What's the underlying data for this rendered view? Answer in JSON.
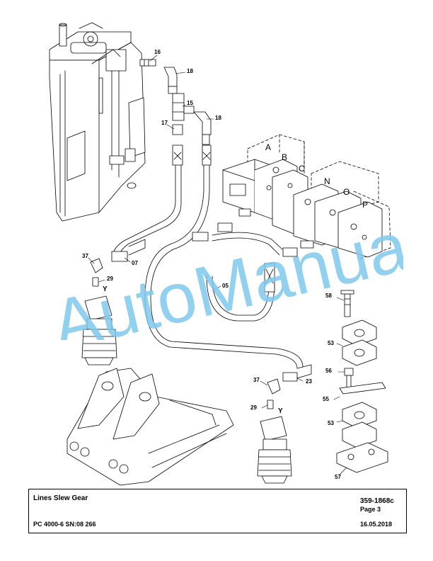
{
  "callouts": {
    "c16": "16",
    "c18a": "18",
    "c15": "15",
    "c18b": "18",
    "c17": "17",
    "c37a": "37",
    "c07": "07",
    "c29a": "29",
    "c05": "05",
    "c58": "58",
    "c53a": "53",
    "c56": "56",
    "c37b": "37",
    "c23": "23",
    "c55": "55",
    "c29b": "29",
    "c53b": "53",
    "c57": "57"
  },
  "valve_letters": {
    "A": "A",
    "B": "B",
    "C": "C",
    "N": "N",
    "O": "O",
    "P": "P"
  },
  "ports": {
    "y1": "Y",
    "y2": "Y"
  },
  "watermark": {
    "text": "AutoManual",
    "color": "#7ec8ec"
  },
  "title_block": {
    "title": "Lines Slew Gear",
    "doc_number": "359-1868c",
    "page": "Page 3",
    "model": "PC 4000-6 SN:08 266",
    "date": "16.05.2018"
  }
}
